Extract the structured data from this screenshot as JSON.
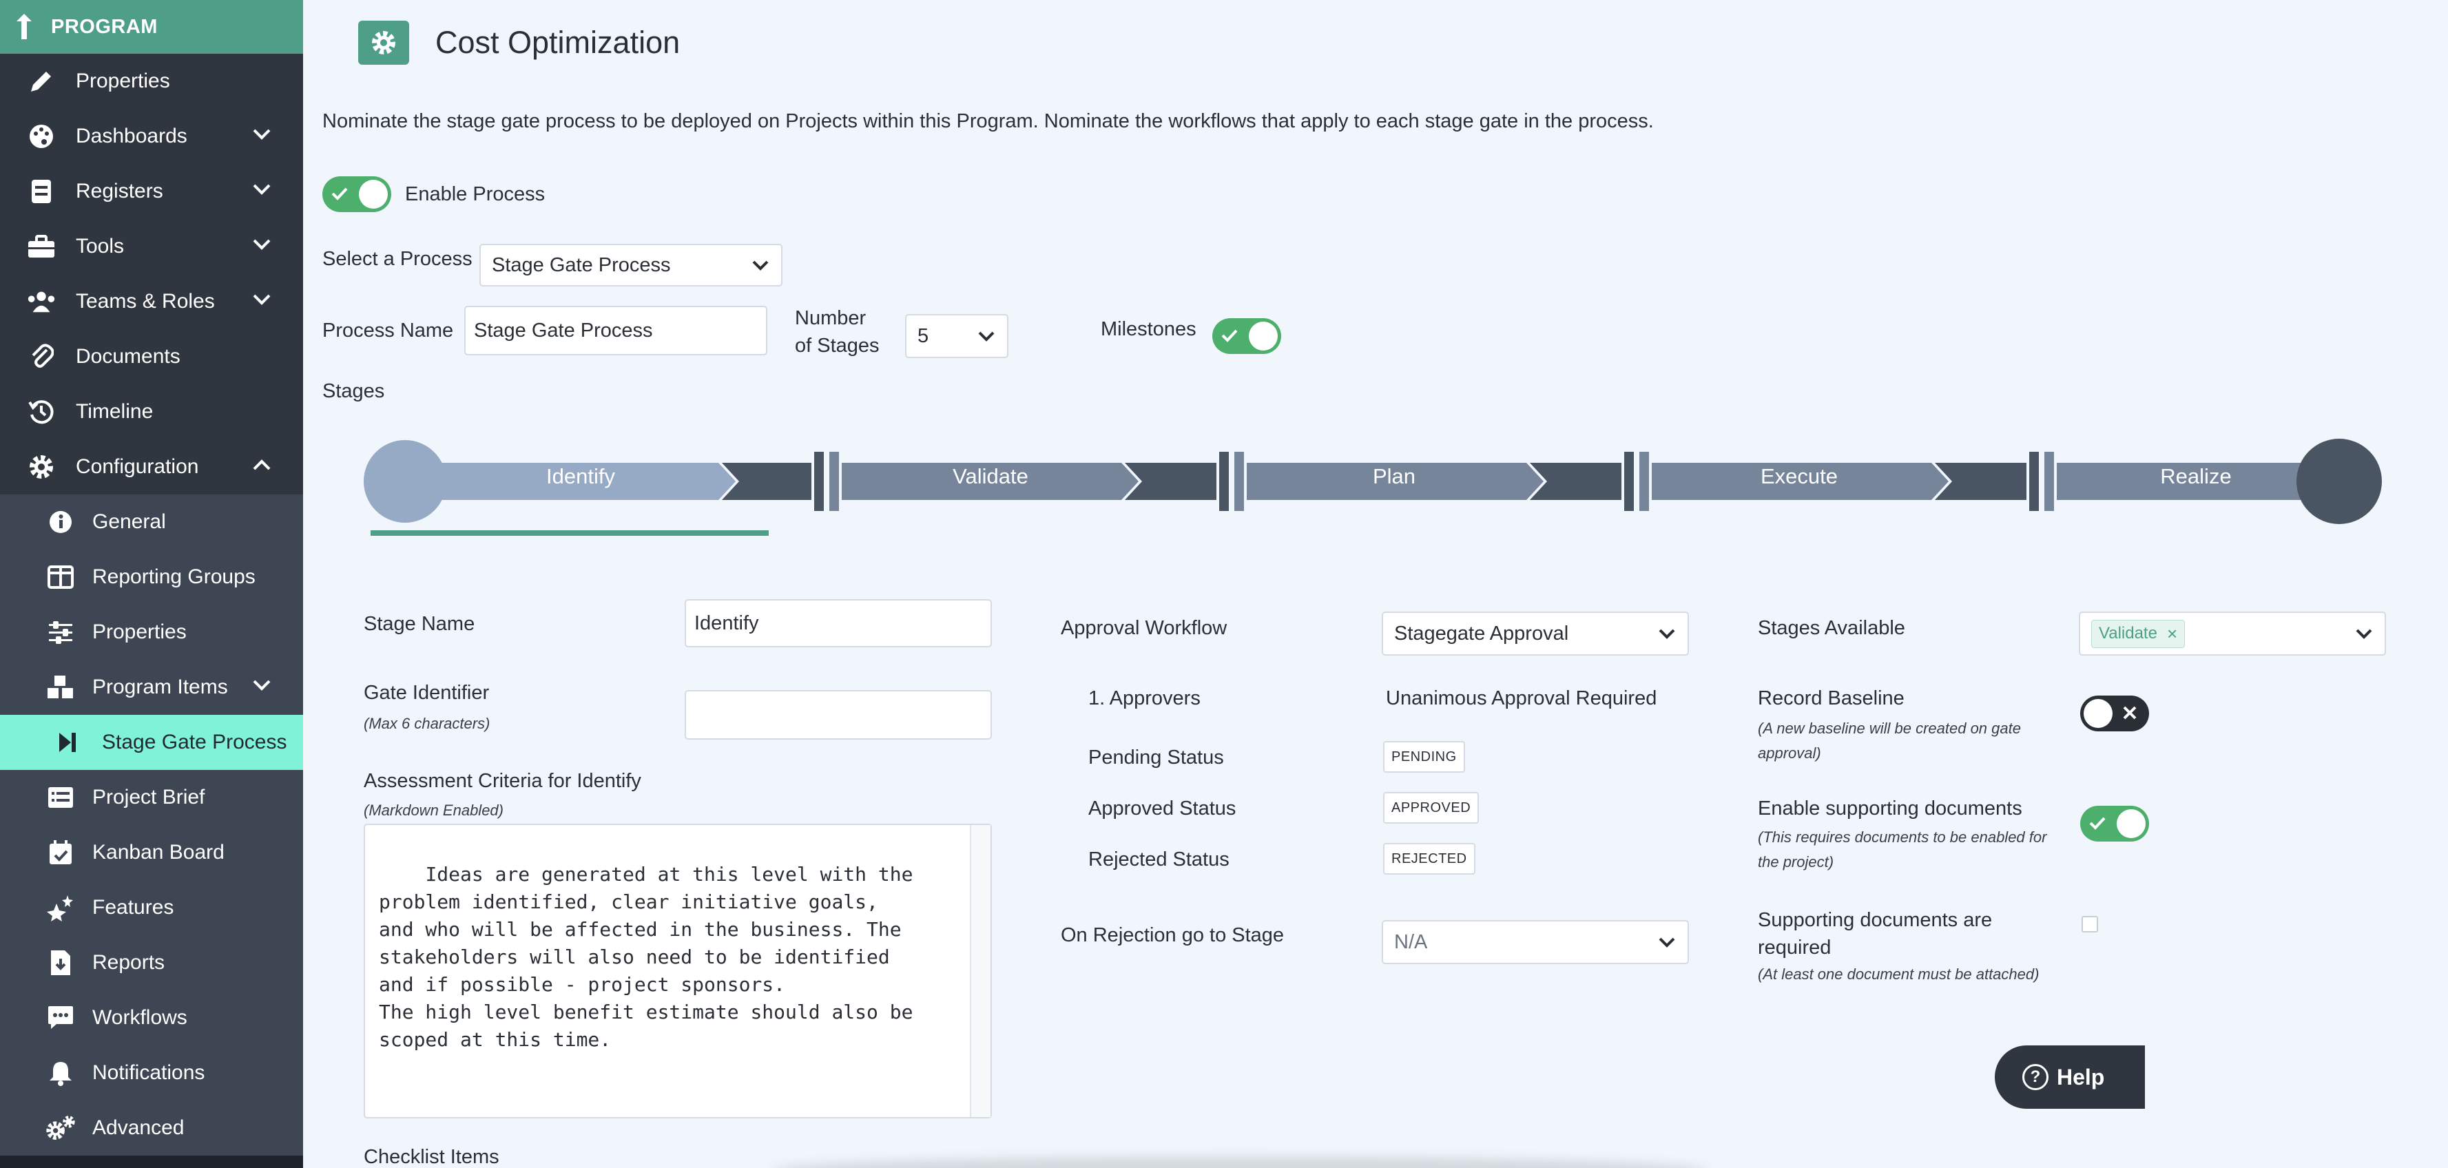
{
  "sidebar": {
    "header": "PROGRAM",
    "items": [
      {
        "label": "Properties",
        "icon": "pencil-icon"
      },
      {
        "label": "Dashboards",
        "icon": "palette-icon"
      },
      {
        "label": "Registers",
        "icon": "register-icon"
      },
      {
        "label": "Tools",
        "icon": "toolbox-icon"
      },
      {
        "label": "Teams & Roles",
        "icon": "users-icon"
      },
      {
        "label": "Documents",
        "icon": "paperclip-icon"
      },
      {
        "label": "Timeline",
        "icon": "history-icon"
      },
      {
        "label": "Configuration",
        "icon": "gear-icon"
      }
    ],
    "sub_items": [
      {
        "label": "General",
        "icon": "info-icon"
      },
      {
        "label": "Reporting Groups",
        "icon": "columns-icon"
      },
      {
        "label": "Properties",
        "icon": "sliders-icon"
      },
      {
        "label": "Program Items",
        "icon": "cubes-icon"
      },
      {
        "label": "Stage Gate Process",
        "icon": "step-forward-icon"
      },
      {
        "label": "Project Brief",
        "icon": "list-icon"
      },
      {
        "label": "Kanban Board",
        "icon": "calendar-check-icon"
      },
      {
        "label": "Features",
        "icon": "stars-icon"
      },
      {
        "label": "Reports",
        "icon": "file-download-icon"
      },
      {
        "label": "Workflows",
        "icon": "comment-dots-icon"
      },
      {
        "label": "Notifications",
        "icon": "bell-icon"
      },
      {
        "label": "Advanced",
        "icon": "cogs-icon"
      }
    ]
  },
  "page": {
    "title": "Cost Optimization",
    "intro": "Nominate the stage gate process to be deployed on Projects within this Program. Nominate the workflows that apply to each stage gate in the process.",
    "enable_process_label": "Enable Process",
    "select_process_label": "Select a Process",
    "select_process_value": "Stage Gate Process",
    "process_name_label": "Process Name",
    "process_name_value": "Stage Gate Process",
    "number_of_stages_label_1": "Number",
    "number_of_stages_label_2": "of Stages",
    "number_of_stages_value": "5",
    "milestones_label": "Milestones",
    "stages_label": "Stages"
  },
  "stages": [
    "Identify",
    "Validate",
    "Plan",
    "Execute",
    "Realize"
  ],
  "stage_detail": {
    "stage_name_label": "Stage Name",
    "stage_name_value": "Identify",
    "gate_identifier_label": "Gate Identifier",
    "gate_identifier_hint": "(Max 6 characters)",
    "gate_identifier_value": "",
    "assessment_label": "Assessment Criteria for Identify",
    "assessment_hint": "(Markdown Enabled)",
    "assessment_text": "Ideas are generated at this level with the\nproblem identified, clear initiative goals,\nand who will be affected in the business. The\nstakeholders will also need to be identified\nand if possible - project sponsors.\nThe high level benefit estimate should also be\nscoped at this time.",
    "checklist_label": "Checklist Items",
    "approval_workflow_label": "Approval Workflow",
    "approval_workflow_value": "Stagegate Approval",
    "approvers_label": "1. Approvers",
    "approvers_value": "Unanimous Approval Required",
    "pending_label": "Pending Status",
    "pending_value": "PENDING",
    "approved_label": "Approved Status",
    "approved_value": "APPROVED",
    "rejected_label": "Rejected Status",
    "rejected_value": "REJECTED",
    "on_rejection_label": "On Rejection go to Stage",
    "on_rejection_value": "N/A",
    "stages_available_label": "Stages Available",
    "stages_available_chip": "Validate",
    "record_baseline_label": "Record Baseline",
    "record_baseline_hint_1": "(A new baseline will be created on gate",
    "record_baseline_hint_2": "approval)",
    "enable_docs_label": "Enable supporting documents",
    "enable_docs_hint_1": "(This requires documents to be enabled for",
    "enable_docs_hint_2": "the project)",
    "docs_required_label_1": "Supporting documents are",
    "docs_required_label_2": "required",
    "docs_required_hint": "(At least one document must be attached)"
  },
  "help": {
    "label": "Help"
  },
  "colors": {
    "accent": "#4f9e87",
    "sidebar": "#2f3640",
    "active": "#7ff2d8",
    "toggle_on": "#4caf6b"
  }
}
